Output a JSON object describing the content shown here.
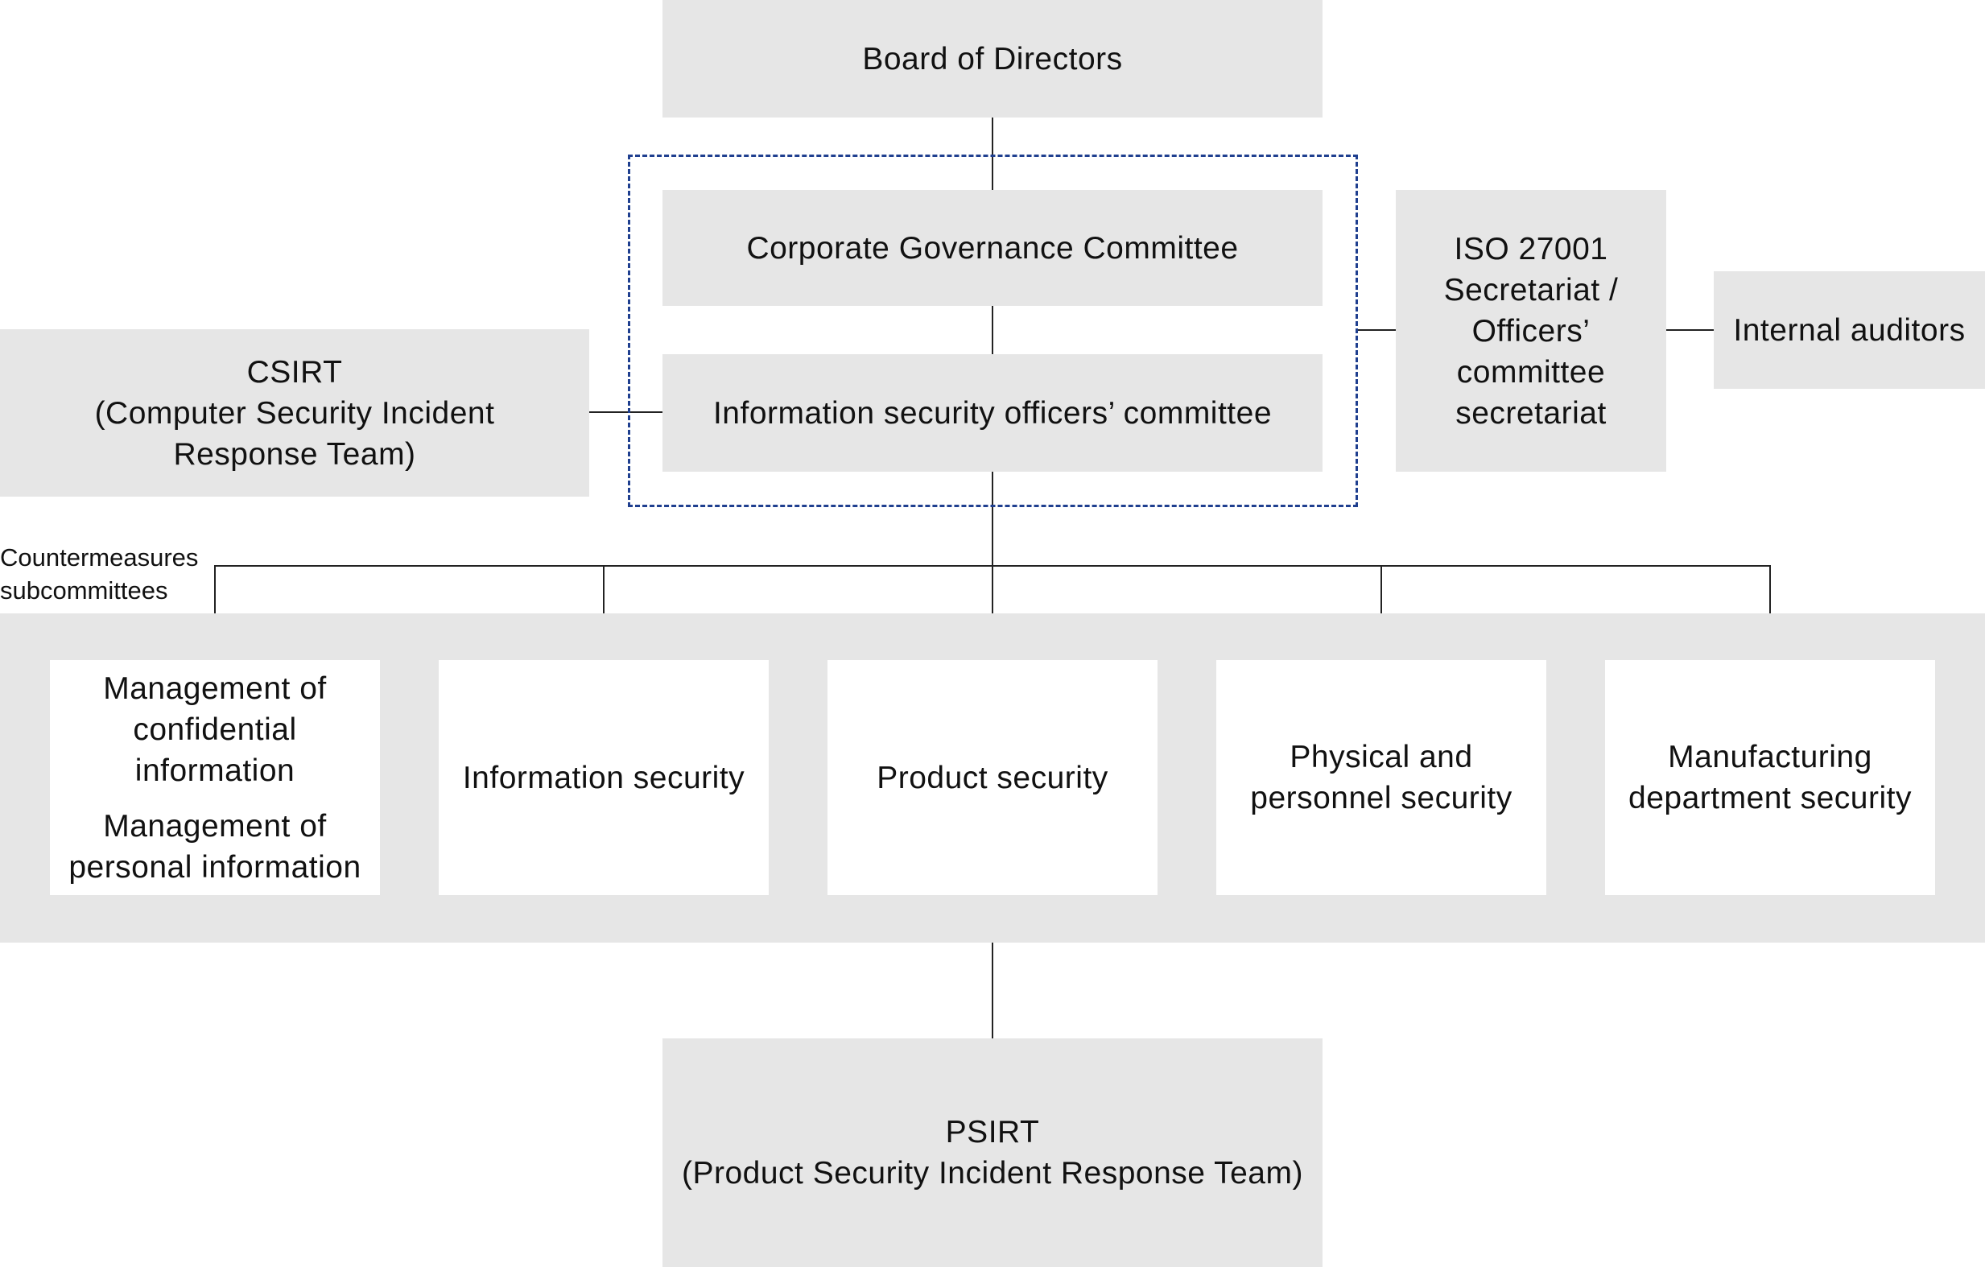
{
  "colors": {
    "box_fill": "#e6e6e6",
    "connector": "#222222",
    "highlight_border": "#1f3f8f"
  },
  "board": {
    "label": "Board of Directors"
  },
  "governance": {
    "label": "Corporate Governance Committee"
  },
  "officers": {
    "label": "Information security officers’ committee"
  },
  "csirt": {
    "line1": "CSIRT",
    "line2": "(Computer Security Incident",
    "line3": "Response Team)"
  },
  "iso": {
    "line1": "ISO 27001",
    "line2": "Secretariat /",
    "line3": "Officers’",
    "line4": "committee",
    "line5": "secretariat"
  },
  "auditors": {
    "label": "Internal auditors"
  },
  "subcommittees": {
    "title_line1": "Countermeasures",
    "title_line2": "subcommittees",
    "items": [
      {
        "lines": [
          "Management of",
          "confidential",
          "information"
        ],
        "lines2": [
          "Management of",
          "personal information"
        ]
      },
      {
        "lines": [
          "Information security"
        ]
      },
      {
        "lines": [
          "Product security"
        ]
      },
      {
        "lines": [
          "Physical and",
          "personnel security"
        ]
      },
      {
        "lines": [
          "Manufacturing",
          "department security"
        ]
      }
    ]
  },
  "psirt": {
    "line1": "PSIRT",
    "line2": "(Product Security Incident Response Team)"
  }
}
